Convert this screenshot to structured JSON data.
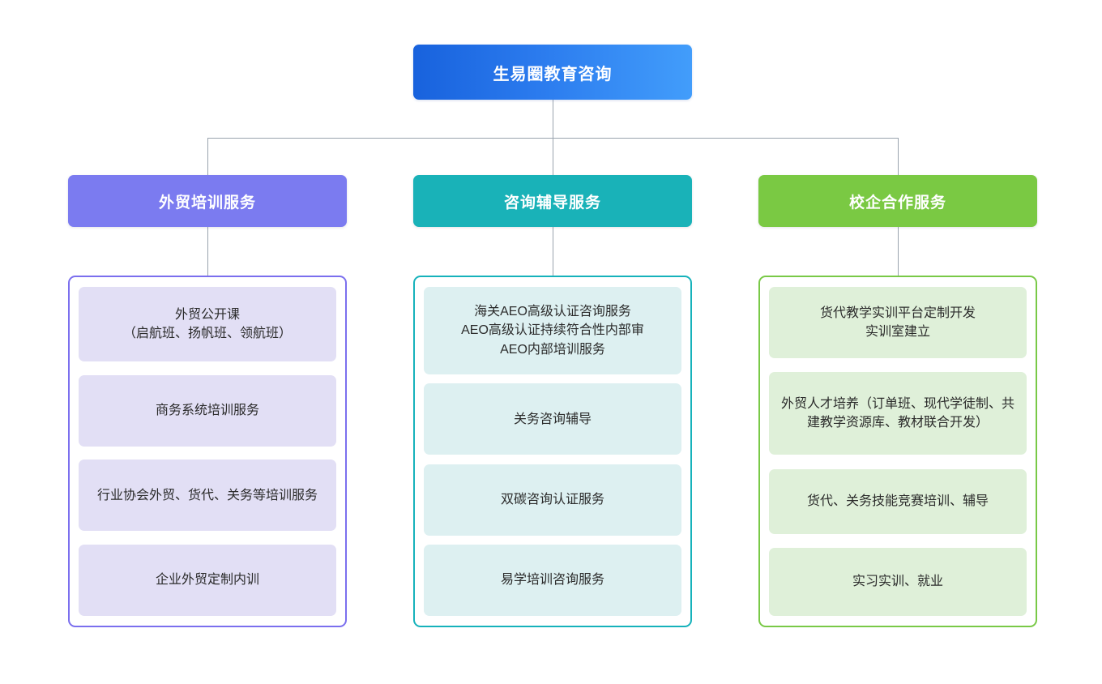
{
  "diagram": {
    "type": "organization-chart",
    "root": {
      "label": "生易圈教育咨询",
      "color": "#1862dd",
      "color_end": "#429dfb"
    },
    "branches": [
      {
        "label": "外贸培训服务",
        "color": "#7b7bf0",
        "border_color": "#7b6fee",
        "card_color": "#e2dff5",
        "items": [
          "外贸公开课\n（启航班、扬帆班、领航班）",
          "商务系统培训服务",
          "行业协会外贸、货代、关务等培训服务",
          "企业外贸定制内训"
        ]
      },
      {
        "label": "咨询辅导服务",
        "color": "#19b2b8",
        "border_color": "#16b2bb",
        "card_color": "#ddf0f1",
        "items": [
          "海关AEO高级认证咨询服务\nAEO高级认证持续符合性内部审\nAEO内部培训服务",
          "关务咨询辅导",
          "双碳咨询认证服务",
          "易学培训咨询服务"
        ]
      },
      {
        "label": "校企合作服务",
        "color": "#7ac943",
        "border_color": "#79c947",
        "card_color": "#dff0d9",
        "items": [
          "货代教学实训平台定制开发\n实训室建立",
          "外贸人才培养（订单班、现代学徒制、共建教学资源库、教材联合开发）",
          "货代、关务技能竞赛培训、辅导",
          "实习实训、就业"
        ]
      }
    ],
    "connector_color": "#9aa3ae"
  }
}
